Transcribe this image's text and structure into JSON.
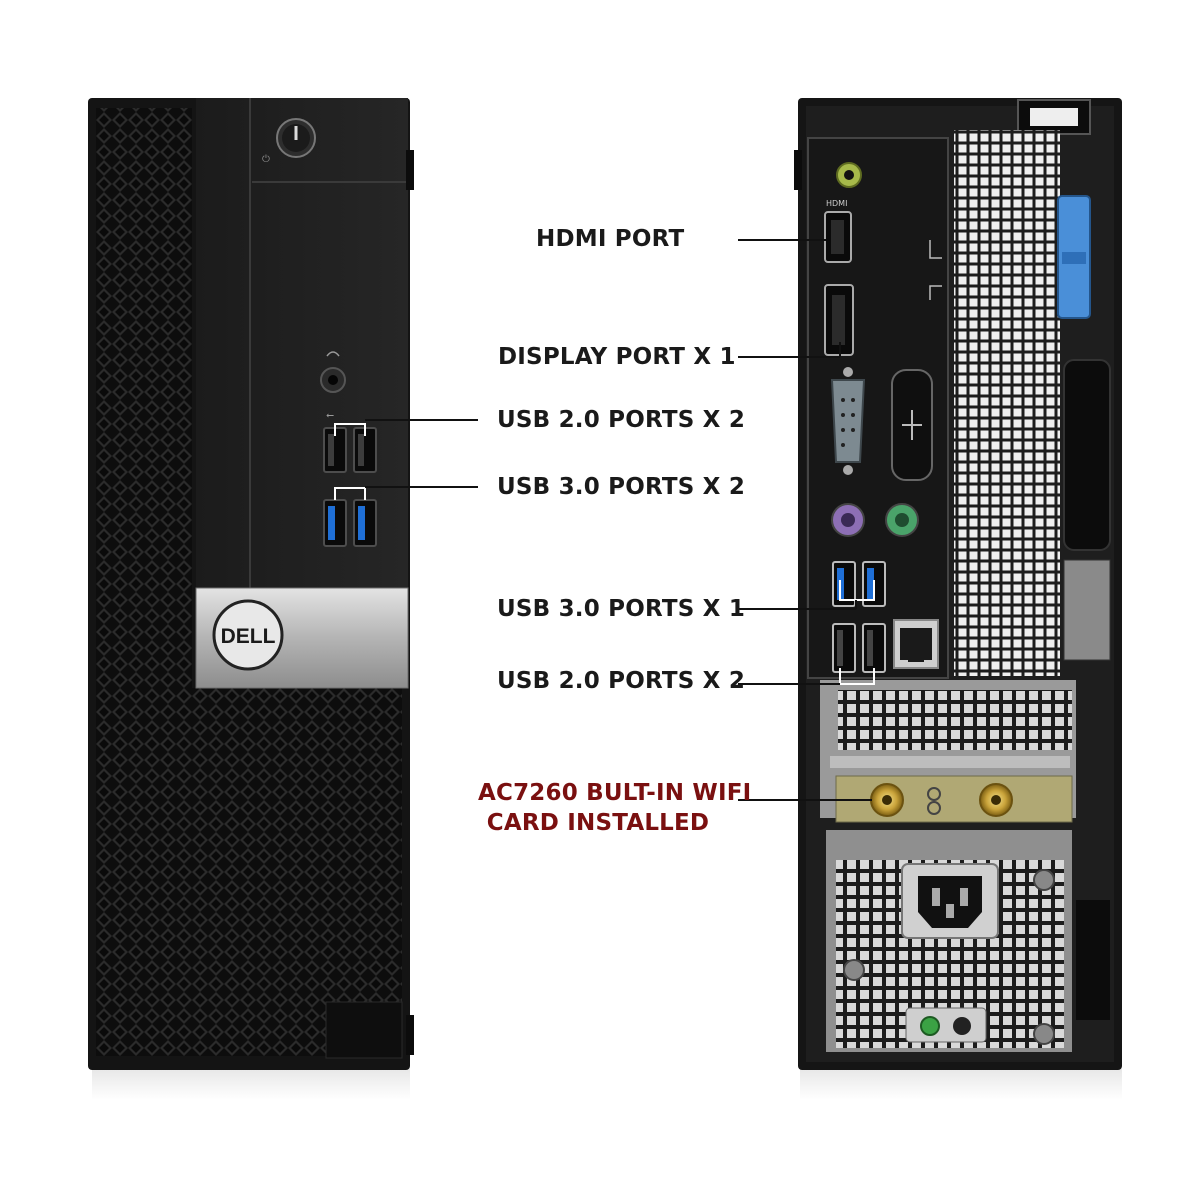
{
  "brand": {
    "logo_text": "DELL",
    "accent_color": "#7a1010",
    "port_highlight": "#1f6fd6"
  },
  "callouts": {
    "hdmi": "HDMI PORT",
    "displayport": "DISPLAY PORT X 1",
    "front_usb2": "USB 2.0 PORTS X 2",
    "front_usb3": "USB 3.0 PORTS X 2",
    "rear_usb3": "USB 3.0 PORTS X 1",
    "rear_usb2": "USB 2.0 PORTS X 2",
    "wifi_line1": "AC7260 BULT-IN WIFI",
    "wifi_line2": "CARD INSTALLED"
  },
  "icons": [
    "power-button-icon",
    "headphone-jack-icon",
    "usb-icon",
    "hdmi-port-icon",
    "displayport-icon",
    "serial-port-icon",
    "ps2-port-icon",
    "ethernet-port-icon",
    "wifi-antenna-icon",
    "power-socket-icon"
  ]
}
